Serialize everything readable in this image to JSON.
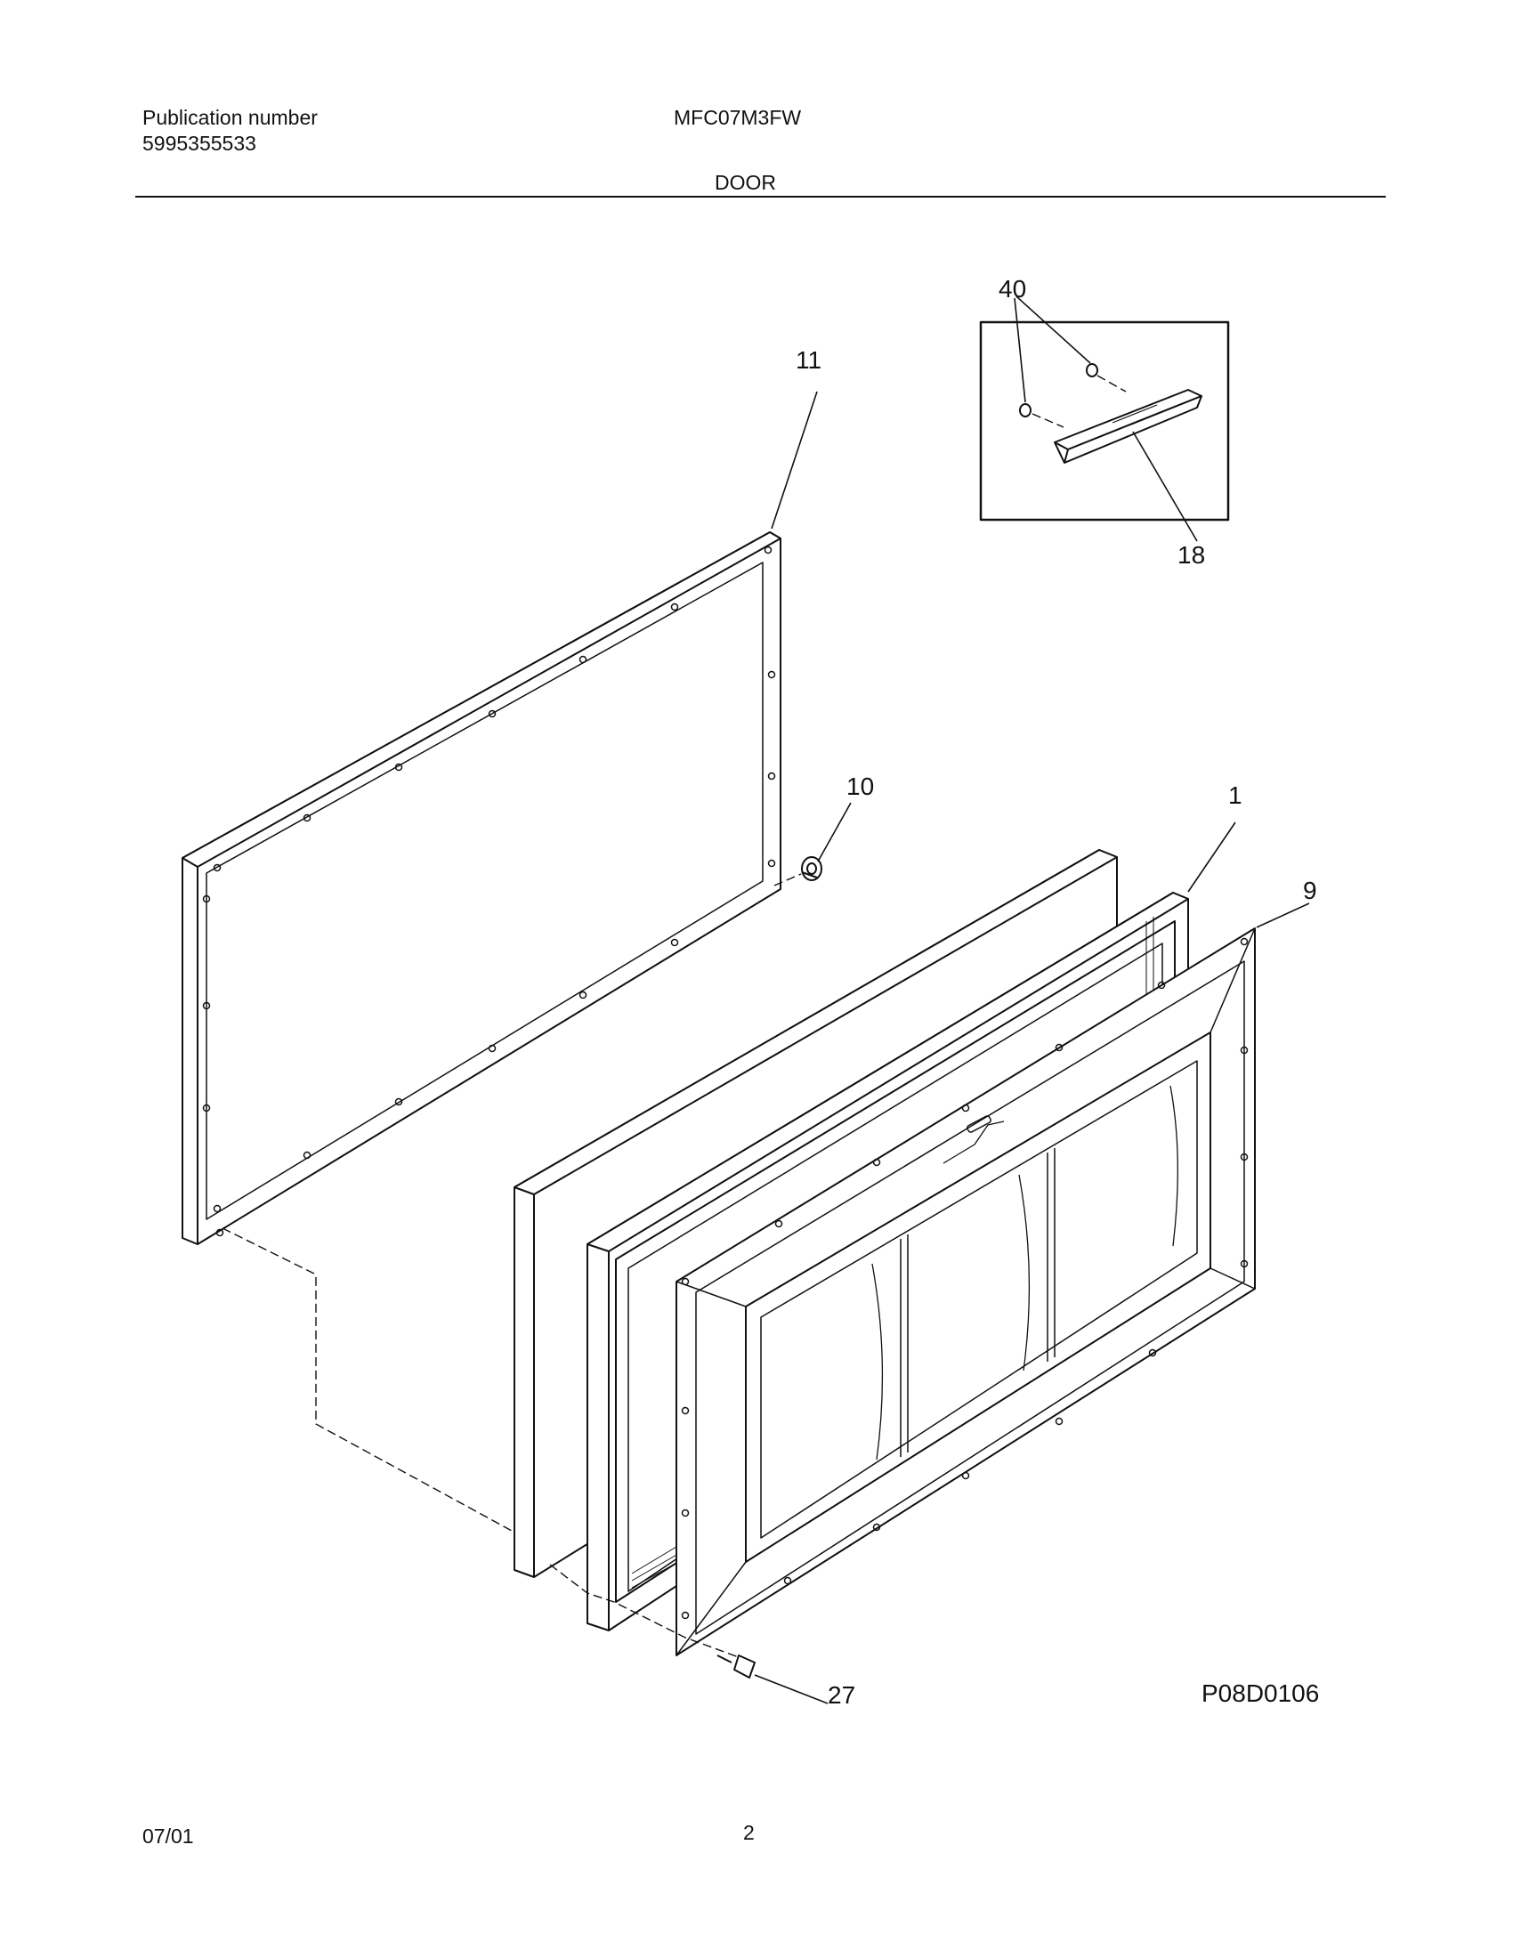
{
  "header": {
    "publication_label": "Publication number",
    "publication_number": "5995355533",
    "model": "MFC07M3FW",
    "section_title": "DOOR"
  },
  "diagram": {
    "code": "P08D0106",
    "callouts": {
      "c40": "40",
      "c11": "11",
      "c18": "18",
      "c10": "10",
      "c1": "1",
      "c9": "9",
      "c27": "27"
    }
  },
  "footer": {
    "date": "07/01",
    "page": "2"
  }
}
